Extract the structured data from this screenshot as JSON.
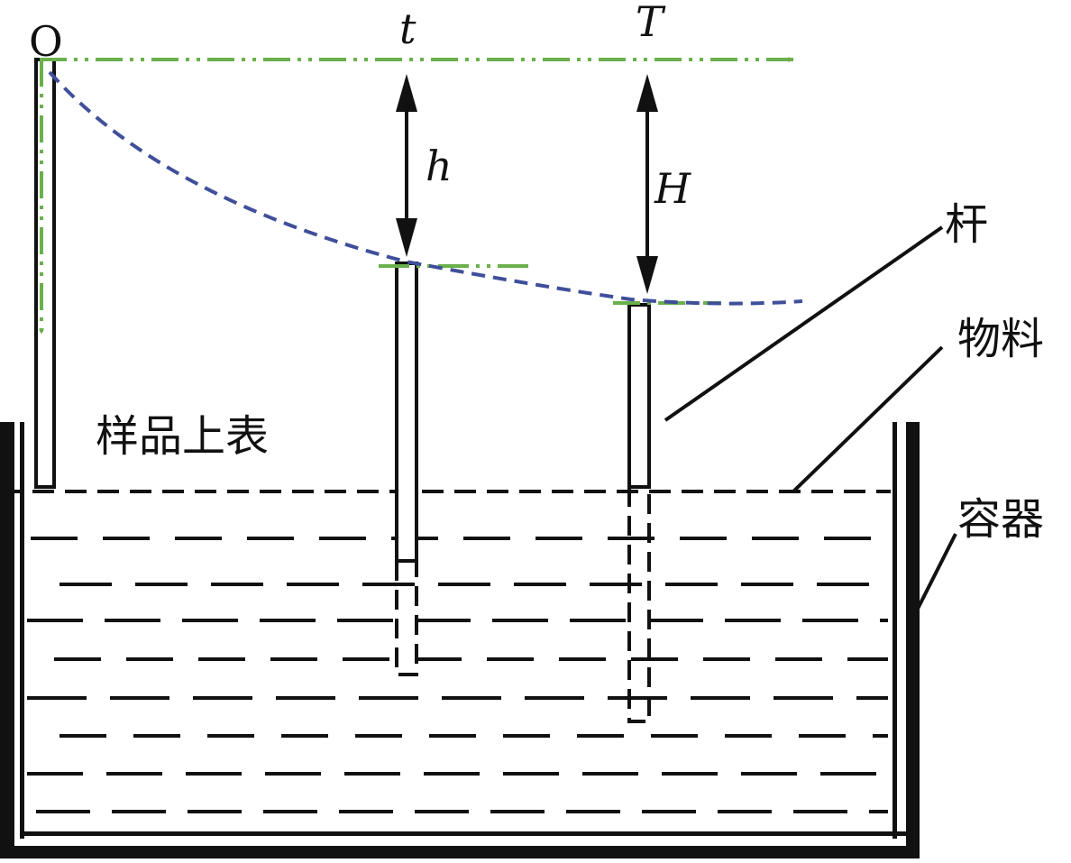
{
  "labels": {
    "origin": "O",
    "time_t": "t",
    "time_T": "T",
    "depth_h": "h",
    "depth_H": "H",
    "rod": "杆",
    "material": "物料",
    "container": "容器",
    "sample_surface": "样品上表"
  },
  "colors": {
    "axis": "#6ab04c",
    "curve": "#3f4f9a",
    "ink": "#111111",
    "background": "#ffffff"
  }
}
